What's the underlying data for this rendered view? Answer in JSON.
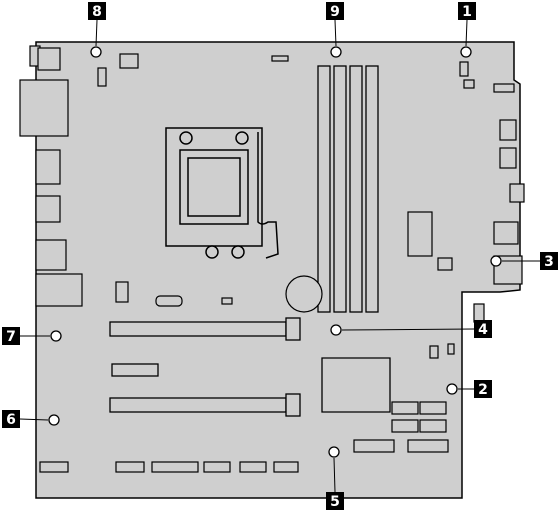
{
  "diagram": {
    "callouts": [
      {
        "id": "1",
        "text": "1"
      },
      {
        "id": "2",
        "text": "2"
      },
      {
        "id": "3",
        "text": "3"
      },
      {
        "id": "4",
        "text": "4"
      },
      {
        "id": "5",
        "text": "5"
      },
      {
        "id": "6",
        "text": "6"
      },
      {
        "id": "7",
        "text": "7"
      },
      {
        "id": "8",
        "text": "8"
      },
      {
        "id": "9",
        "text": "9"
      }
    ],
    "colors": {
      "board": "#cfcfcf",
      "outline": "#000000",
      "label_bg": "#000000",
      "label_text": "#ffffff"
    }
  }
}
